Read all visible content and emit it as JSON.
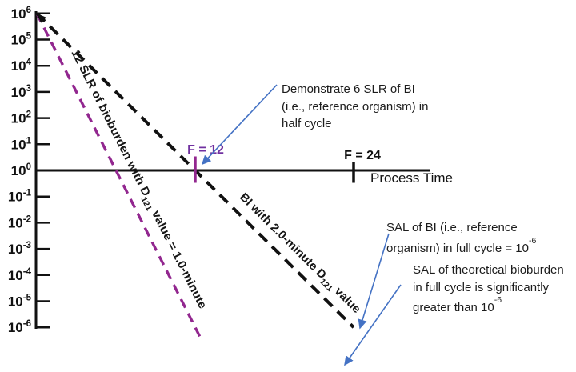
{
  "colors": {
    "black": "#111111",
    "purple_line": "#92278F",
    "purple_label": "#7030A0",
    "blue_arrow": "#4472C4"
  },
  "axis": {
    "x_label": "Process Time"
  },
  "chart_data": {
    "type": "line",
    "title": "",
    "xlabel": "Process Time",
    "ylabel": "",
    "y_scale": "log10",
    "ylim_log10": [
      -6,
      6
    ],
    "y_tick_base": "10",
    "y_tick_exponents": [
      6,
      5,
      4,
      3,
      2,
      1,
      0,
      -1,
      -2,
      -3,
      -4,
      -5,
      -6
    ],
    "grid": false,
    "legend": "labels drawn along lines",
    "x_markers": [
      {
        "label": "F = 12",
        "f": 12
      },
      {
        "label": "F = 24",
        "f": 24
      }
    ],
    "series": [
      {
        "name": "12 SLR of bioburden with D121 value = 1.0-minute",
        "label_parts": [
          {
            "t": "12 SLR of bioburden with D"
          },
          {
            "t": "121",
            "sub": true
          },
          {
            "t": " value = 1.0-minute"
          }
        ],
        "d121_value_minutes": "1.0",
        "slr": 12,
        "line_style": "dashed",
        "points": [
          {
            "f": 0,
            "log10_population": 6
          },
          {
            "f": 12,
            "log10_population": -6
          }
        ]
      },
      {
        "name": "BI with 2.0-minute D121 value",
        "label_parts": [
          {
            "t": "BI with 2.0-minute D"
          },
          {
            "t": "121",
            "sub": true
          },
          {
            "t": " value"
          }
        ],
        "d121_value_minutes": "2.0",
        "line_style": "dashed",
        "points": [
          {
            "f": 0,
            "log10_population": 6
          },
          {
            "f": 24,
            "log10_population": -6
          }
        ]
      }
    ]
  },
  "annotations": [
    {
      "id": "half-cycle",
      "lines": [
        [
          {
            "t": "Demonstrate 6 SLR of BI"
          }
        ],
        [
          {
            "t": "(i.e., reference organism) in"
          }
        ],
        [
          {
            "t": "half cycle"
          }
        ]
      ]
    },
    {
      "id": "sal-bi",
      "lines": [
        [
          {
            "t": "SAL of BI (i.e., reference"
          }
        ],
        [
          {
            "t": "organism) in full cycle = 10"
          },
          {
            "t": "-6",
            "sup": true
          }
        ]
      ]
    },
    {
      "id": "sal-bioburden",
      "lines": [
        [
          {
            "t": "SAL of theoretical bioburden"
          }
        ],
        [
          {
            "t": "in full cycle is significantly"
          }
        ],
        [
          {
            "t": "greater than 10"
          },
          {
            "t": "-6",
            "sup": true
          }
        ]
      ]
    }
  ]
}
